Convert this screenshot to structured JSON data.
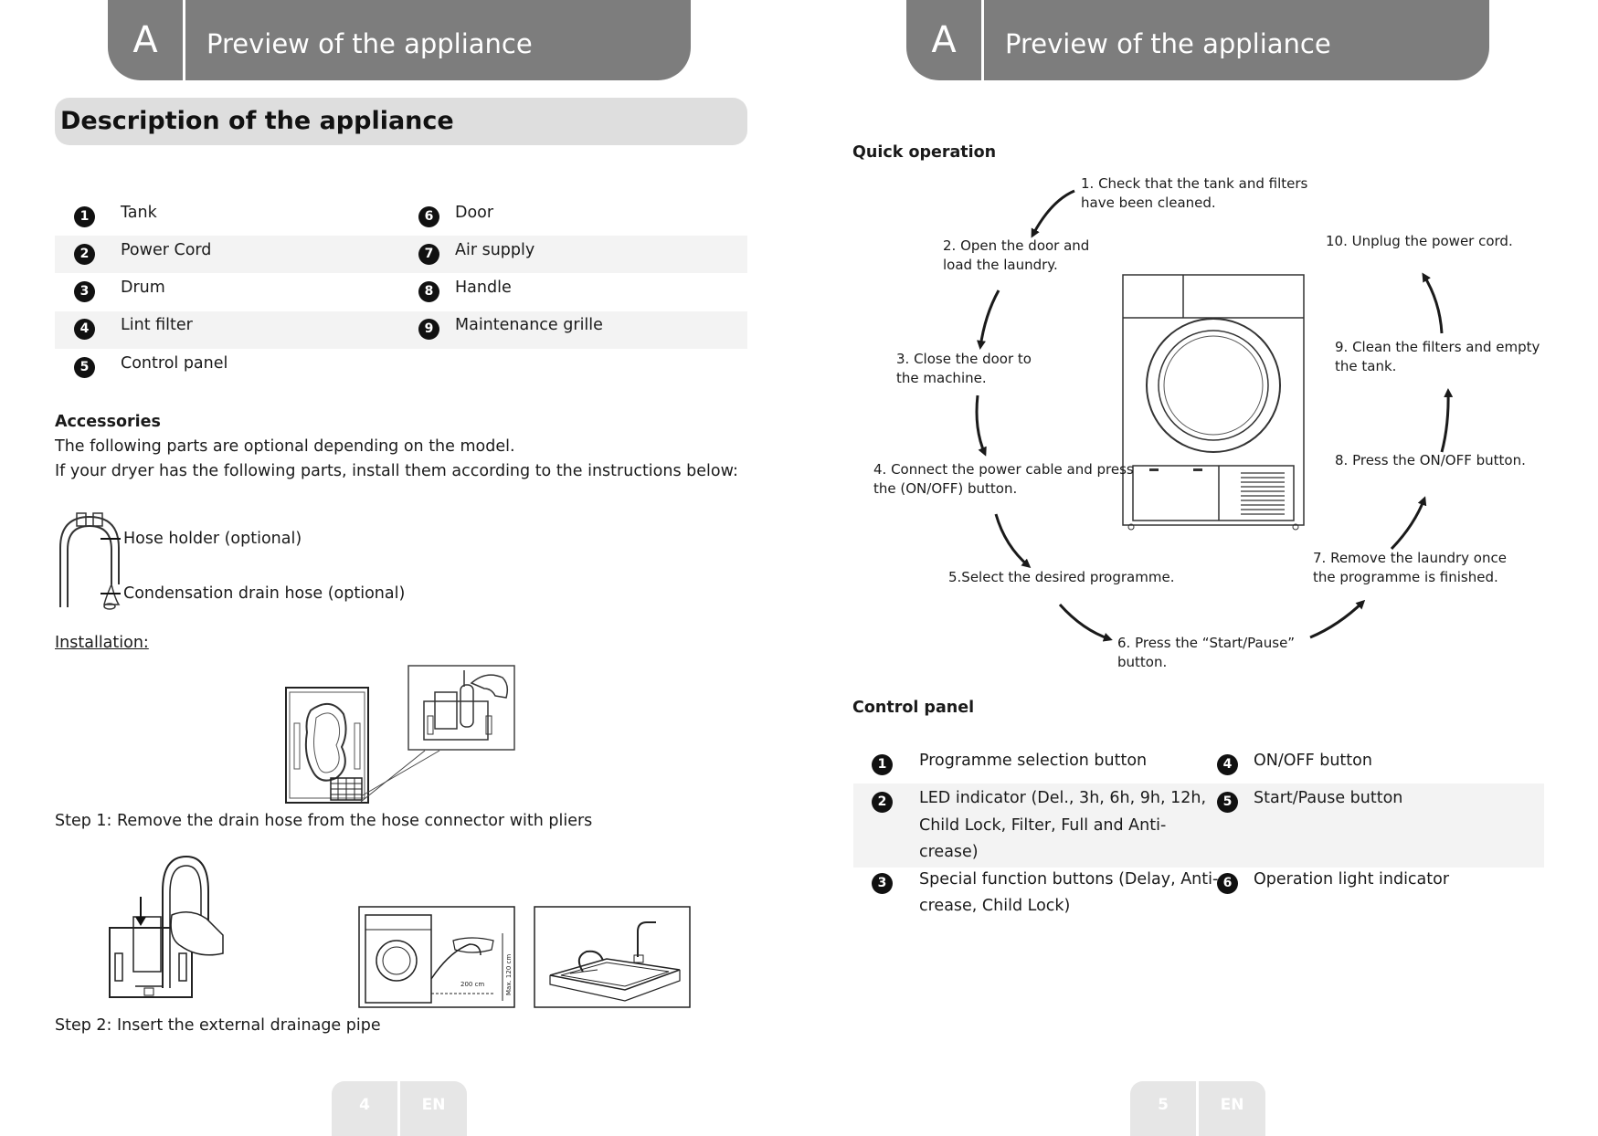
{
  "header": {
    "letter": "A",
    "title": "Preview of the appliance"
  },
  "left": {
    "section_title": "Description of the appliance",
    "parts": [
      {
        "num": "1",
        "label": "Tank"
      },
      {
        "num": "2",
        "label": "Power Cord"
      },
      {
        "num": "3",
        "label": "Drum"
      },
      {
        "num": "4",
        "label": "Lint filter"
      },
      {
        "num": "5",
        "label": "Control panel"
      },
      {
        "num": "6",
        "label": "Door"
      },
      {
        "num": "7",
        "label": "Air supply"
      },
      {
        "num": "8",
        "label": "Handle"
      },
      {
        "num": "9",
        "label": "Maintenance grille"
      }
    ],
    "accessories_heading": "Accessories",
    "accessories_line1": "The following parts are optional depending on the model.",
    "accessories_line2": "If your dryer has the following parts, install them according to the instructions below:",
    "hose_holder": "Hose holder (optional)",
    "drain_hose": "Condensation drain hose (optional)",
    "installation": "Installation:",
    "step1": "Step 1: Remove the drain hose from the hose connector with pliers",
    "step2": "Step 2: Insert the external drainage pipe",
    "diagram_label_distance": "200 cm",
    "diagram_label_height": "Max. 120 cm",
    "page_number": "4",
    "lang": "EN"
  },
  "right": {
    "quick_heading": "Quick operation",
    "steps": [
      {
        "l1": "1. Check that the tank and filters",
        "l2": "have been cleaned."
      },
      {
        "l1": "2. Open the door and",
        "l2": "load the laundry."
      },
      {
        "l1": "3. Close the door to",
        "l2": "the machine."
      },
      {
        "l1": "4. Connect the power cable and press",
        "l2": "the (ON/OFF) button."
      },
      {
        "l1": "5.Select the desired programme.",
        "l2": ""
      },
      {
        "l1": "6. Press the “Start/Pause”",
        "l2": "button."
      },
      {
        "l1": "7. Remove the laundry once",
        "l2": "the programme is finished."
      },
      {
        "l1": "8. Press the ON/OFF button.",
        "l2": ""
      },
      {
        "l1": "9. Clean the filters and empty",
        "l2": "the tank."
      },
      {
        "l1": "10. Unplug the power cord.",
        "l2": ""
      }
    ],
    "control_heading": "Control panel",
    "controls": [
      {
        "num": "1",
        "l1": "Programme selection button",
        "l2": "",
        "l3": ""
      },
      {
        "num": "2",
        "l1": "LED indicator (Del., 3h, 6h, 9h, 12h,",
        "l2": "Child Lock, Filter, Full and Anti-",
        "l3": "crease)"
      },
      {
        "num": "3",
        "l1": "Special function buttons (Delay, Anti-",
        "l2": "crease, Child Lock)",
        "l3": ""
      },
      {
        "num": "4",
        "l1": "ON/OFF button",
        "l2": "",
        "l3": ""
      },
      {
        "num": "5",
        "l1": "Start/Pause button",
        "l2": "",
        "l3": ""
      },
      {
        "num": "6",
        "l1": "Operation light indicator",
        "l2": "",
        "l3": ""
      }
    ],
    "page_number": "5",
    "lang": "EN"
  }
}
